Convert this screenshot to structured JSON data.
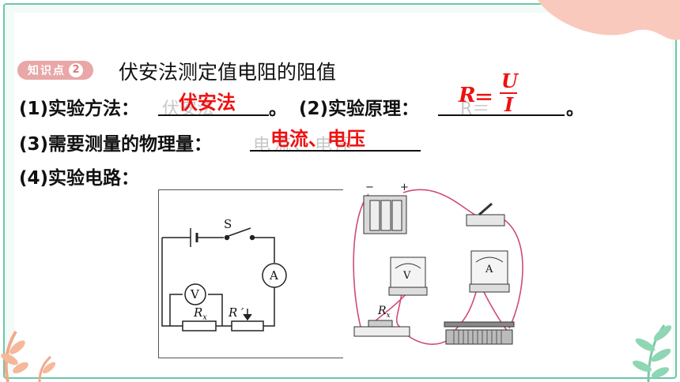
{
  "badge": {
    "label": "知识点",
    "number": "2"
  },
  "title": "伏安法测定值电阻的阻值",
  "q1": {
    "prefix": "(1)实验方法：",
    "ghost": "伏安法",
    "answer": "伏安法",
    "suffix": "。"
  },
  "q2": {
    "prefix": "(2)实验原理：",
    "ghost": "R＝",
    "formula": {
      "left": "R",
      "eq": "＝",
      "num": "U",
      "den": "I"
    },
    "suffix": "。"
  },
  "q3": {
    "prefix": "(3)需要测量的物理量：",
    "ghost": "电流、电压",
    "answer": "电流、电压"
  },
  "q4": {
    "prefix": "(4)实验电路："
  },
  "circuit": {
    "switch": "S",
    "ammeter": "A",
    "voltmeter": "V",
    "rx": "R",
    "rx_sub": "x",
    "rprime": "R ′"
  },
  "photo": {
    "minus": "−",
    "plus": "+",
    "voltmeter": "V",
    "ammeter": "A",
    "rx": "R",
    "rx_sub": "x"
  },
  "colors": {
    "answer": "#e11111",
    "frame": "#6cc7a6",
    "badge": "#e9a7a7",
    "wire": "#d04a7a"
  }
}
